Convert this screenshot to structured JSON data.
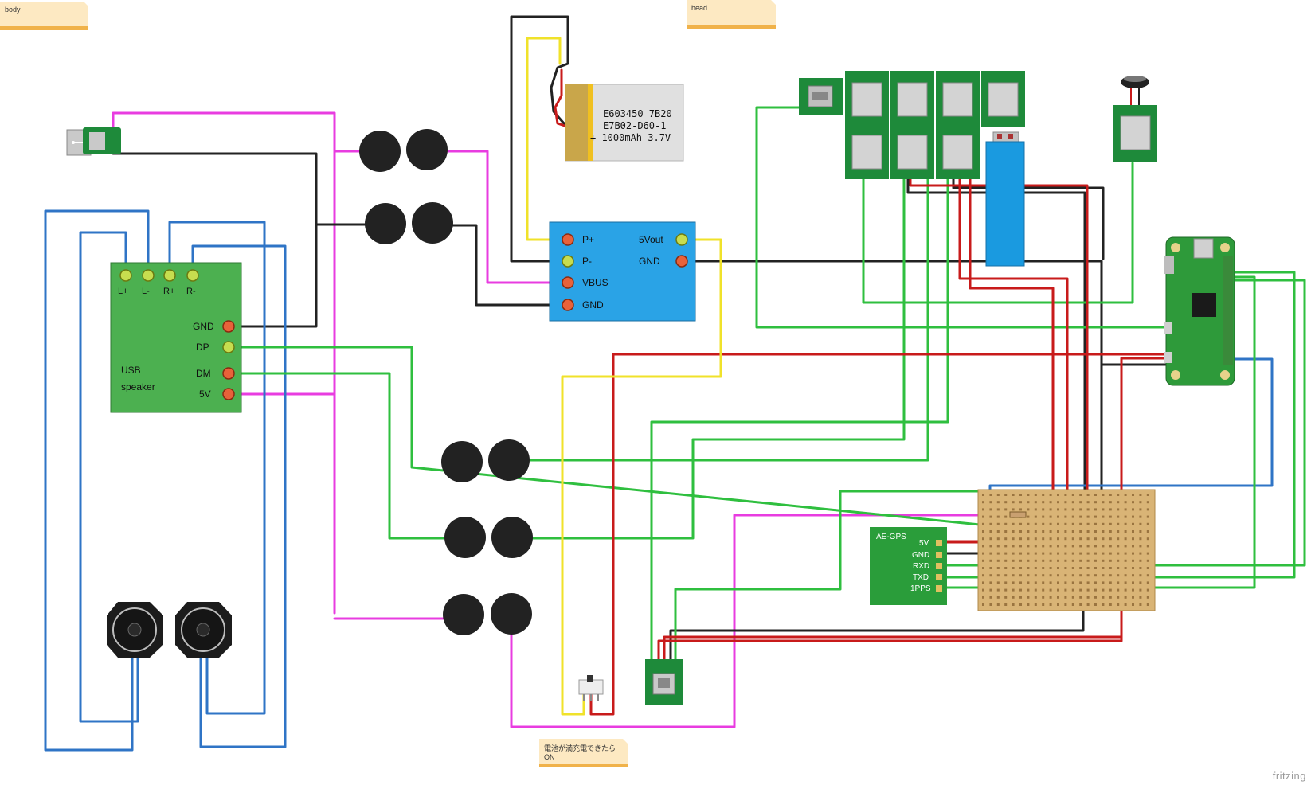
{
  "notes": {
    "body": "body",
    "head": "head",
    "battery_switch": "電池が満充電できたらON"
  },
  "speaker_board": {
    "pins_top": [
      "L+",
      "L-",
      "R+",
      "R-"
    ],
    "pins_right": [
      "GND",
      "DP",
      "DM",
      "5V"
    ],
    "title_line1": "USB",
    "title_line2": "speaker"
  },
  "charger_board": {
    "left_pins": [
      "P+",
      "P-",
      "VBUS",
      "GND"
    ],
    "right_pins": [
      "5Vout",
      "GND"
    ]
  },
  "battery": {
    "line1": "E603450 7B20",
    "line2": "E7B02-D60-1",
    "line3": "+  1000mAh 3.7V"
  },
  "gps_board": {
    "title": "AE-GPS",
    "pins": [
      "5V",
      "GND",
      "RXD",
      "TXD",
      "1PPS"
    ]
  },
  "watermark": "fritzing",
  "colors": {
    "wire_magenta": "#e83ce0",
    "wire_black": "#222222",
    "wire_blue": "#2f74c6",
    "wire_green": "#2fbf3f",
    "wire_red": "#c81b1b",
    "wire_yellow": "#f0e22a",
    "speaker_board": "#4cb050",
    "charger_board": "#2aa3e6",
    "usb_board": "#1e8a3a",
    "perfboard": "#d9b476",
    "pi_board": "#2e9a3a"
  },
  "icons": [
    "usb-plug-icon",
    "microphone-icon",
    "slide-switch-icon",
    "usb-flash-drive-icon",
    "speaker-icon",
    "push-button-icon"
  ]
}
